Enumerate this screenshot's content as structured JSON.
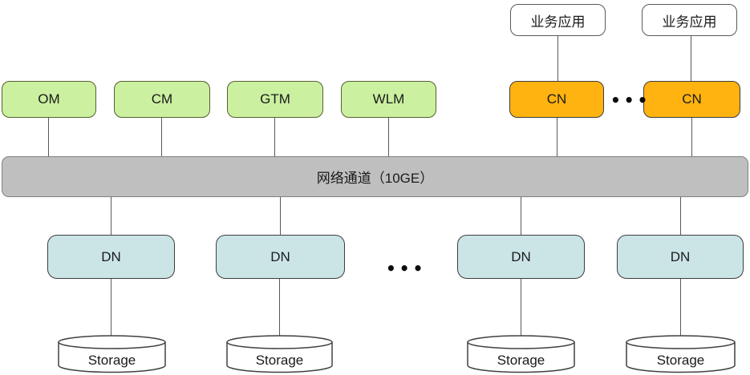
{
  "colors": {
    "service_green": "#cbf0a0",
    "cn_orange": "#ffb310",
    "dn_blue": "#cbe5e7",
    "bus_gray": "#bfbfbf",
    "node_border": "#404040",
    "line": "#595959",
    "background": "#ffffff"
  },
  "app_nodes": [
    {
      "label": "业务应用"
    },
    {
      "label": "业务应用"
    }
  ],
  "service_nodes": [
    {
      "label": "OM"
    },
    {
      "label": "CM"
    },
    {
      "label": "GTM"
    },
    {
      "label": "WLM"
    }
  ],
  "cn_nodes": [
    {
      "label": "CN"
    },
    {
      "label": "CN"
    }
  ],
  "network_bus": {
    "label": "网络通道（10GE）"
  },
  "dn_nodes": [
    {
      "label": "DN"
    },
    {
      "label": "DN"
    },
    {
      "label": "DN"
    },
    {
      "label": "DN"
    }
  ],
  "storage_nodes": [
    {
      "label": "Storage"
    },
    {
      "label": "Storage"
    },
    {
      "label": "Storage"
    },
    {
      "label": "Storage"
    }
  ],
  "ellipsis": {
    "cn": "•••",
    "dn": "•••"
  }
}
